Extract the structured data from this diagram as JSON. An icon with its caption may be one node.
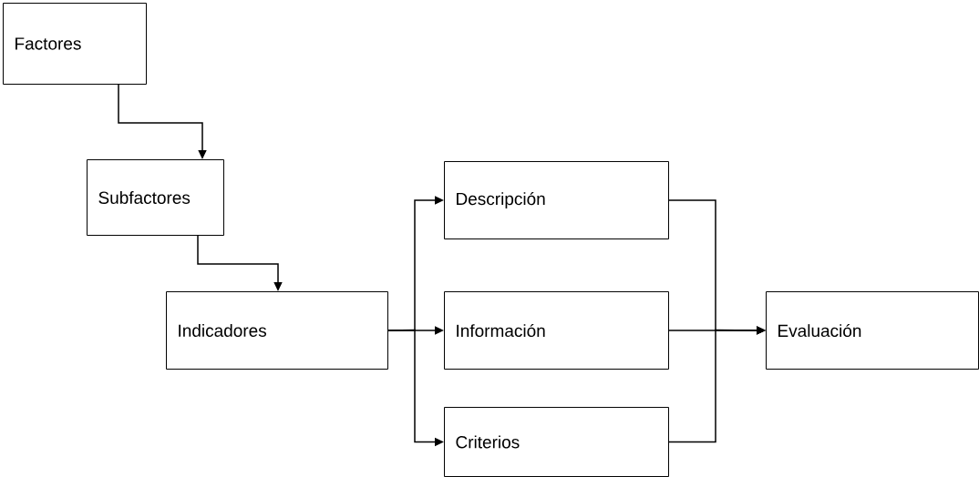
{
  "diagram": {
    "nodes": [
      {
        "text": [
          "Factores"
        ]
      },
      {
        "text": [
          "Subfactores"
        ]
      },
      {
        "text": [
          "Indicadores"
        ]
      },
      {
        "text": [
          "Descripción"
        ]
      },
      {
        "text": [
          "Información"
        ]
      },
      {
        "text": [
          "Criterios"
        ]
      },
      {
        "text": [
          "Evaluación"
        ]
      }
    ],
    "edges": [
      {
        "from": 0,
        "to": 1,
        "arrow": "to"
      },
      {
        "from": 1,
        "to": 2,
        "arrow": "to"
      },
      {
        "from": 2,
        "to": 3,
        "arrow": "to"
      },
      {
        "from": 2,
        "to": 4,
        "arrow": "to"
      },
      {
        "from": 2,
        "to": 5,
        "arrow": "to"
      },
      {
        "from": 3,
        "to": 6,
        "arrow": "to"
      },
      {
        "from": 4,
        "to": 6,
        "arrow": "to"
      },
      {
        "from": 5,
        "to": 6,
        "arrow": "to"
      }
    ]
  }
}
